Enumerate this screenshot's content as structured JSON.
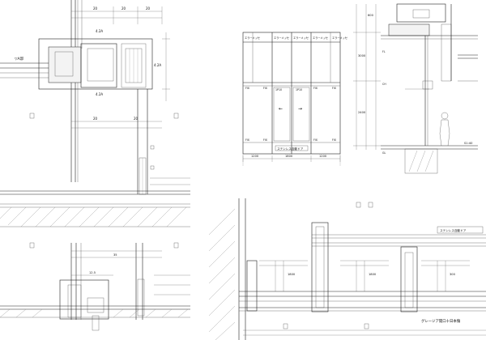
{
  "drawing": {
    "caption": "グレージア開口十日本傷",
    "detail_a": {
      "callout": "▽A邸",
      "labels": [
        "4.2A",
        "4.2A",
        "4.2A"
      ],
      "dims_top": [
        "20",
        "20",
        "20"
      ],
      "dims_mid": [
        "20",
        "20"
      ]
    },
    "elevation": {
      "top_labels": [
        "エラーメッセ",
        "エラーメッセ",
        "エラーメッセ",
        "エラーメッセ",
        "エラーメッセ"
      ],
      "door_label": "ステンレス自動ドア",
      "panel_marks": [
        "FIX",
        "FIX",
        "FIX",
        "FIX",
        "FIX",
        "FIX",
        "FIX",
        "FIX"
      ],
      "door_marks": [
        "1P10",
        "1P10"
      ],
      "bottom_dims": [
        "1200",
        "1800",
        "1200"
      ],
      "arrows": [
        "←",
        "→"
      ]
    },
    "section": {
      "scale_note": "S1:40",
      "level_marks": [
        "FL",
        "CH",
        "GL"
      ],
      "dims": [
        "3000",
        "2400",
        "600"
      ]
    },
    "plan": {
      "door_label": "ステンレス自動ドア",
      "dims": [
        "1800",
        "1800",
        "300"
      ]
    },
    "detail_b": {
      "labels": [
        "12.5",
        "35"
      ]
    }
  }
}
